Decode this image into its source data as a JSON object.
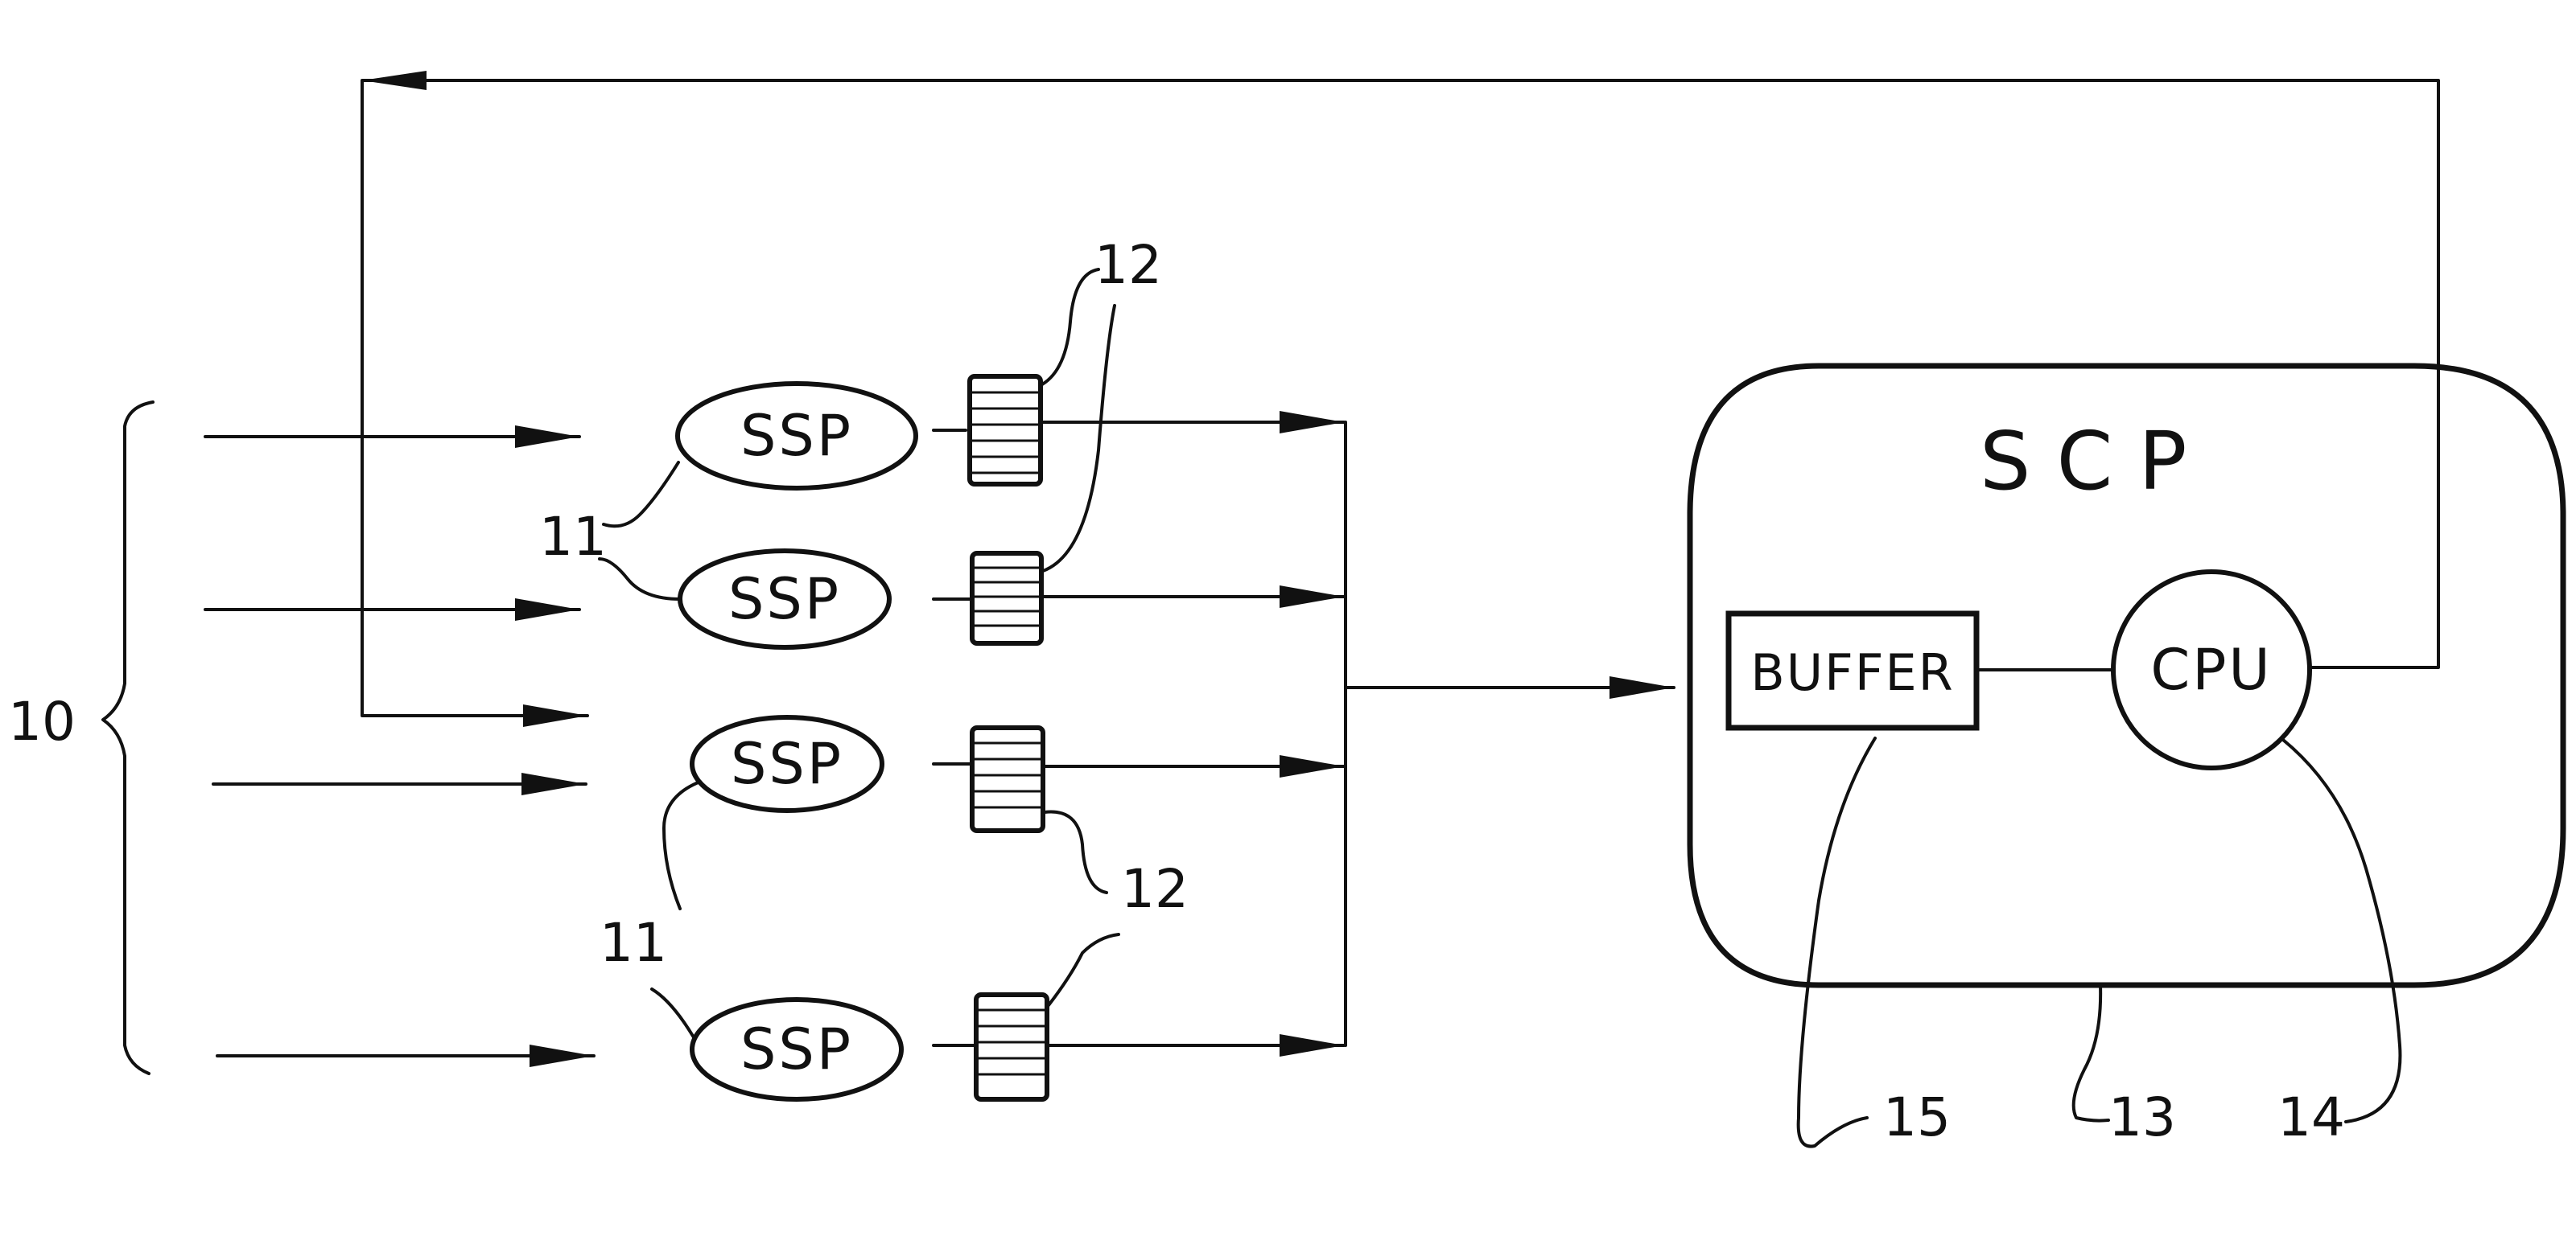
{
  "ssp_label": "SSP",
  "scp": {
    "title": "SCP",
    "buffer_label": "BUFFER",
    "cpu_label": "CPU"
  },
  "refs": {
    "group": "10",
    "ssp_a": "11",
    "ssp_b": "11",
    "ssp_c": "11",
    "queue_top": "12",
    "queue_mid": "12",
    "queue_bottom": "12",
    "scp_box": "13",
    "cpu": "14",
    "buffer": "15"
  }
}
